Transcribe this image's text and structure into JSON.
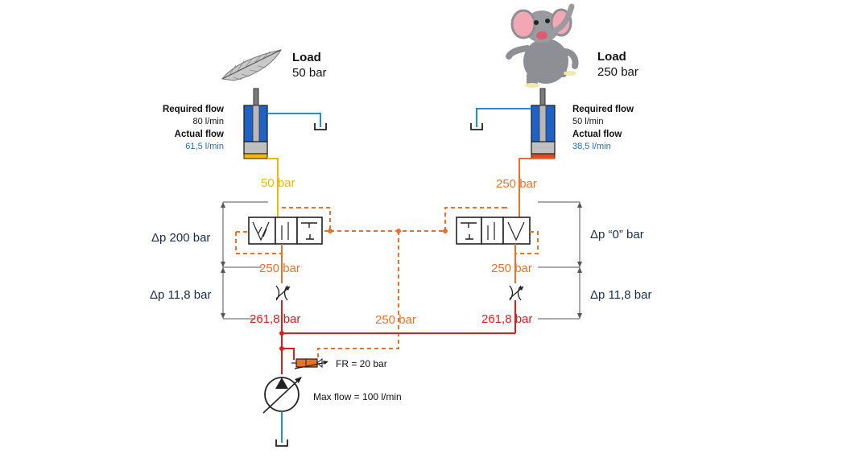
{
  "left_load": {
    "title": "Load",
    "pressure": "50 bar",
    "required_flow_label": "Required flow",
    "required_flow_value": "80 l/min",
    "actual_flow_label": "Actual flow",
    "actual_flow_value": "61,5 l/min"
  },
  "right_load": {
    "title": "Load",
    "pressure": "250 bar",
    "required_flow_label": "Required flow",
    "required_flow_value": "50 l/min",
    "actual_flow_label": "Actual flow",
    "actual_flow_value": "38,5 l/min"
  },
  "pressures": {
    "left_cylinder_line": "50 bar",
    "right_cylinder_line": "250 bar",
    "left_after_valve": "250 bar",
    "right_after_valve": "250 bar",
    "left_supply": "261,8 bar",
    "right_supply": "261,8 bar",
    "load_sense_line": "250 bar"
  },
  "deltas": {
    "left_valve": "Δp 200 bar",
    "right_valve": "Δp “0” bar",
    "left_orifice": "Δp 11,8 bar",
    "right_orifice": "Δp 11,8 bar"
  },
  "pump": {
    "regulator_label": "FR = 20 bar",
    "max_flow_label": "Max flow = 100 l/min"
  },
  "icons": [
    "feather-icon",
    "elephant-icon",
    "tank-icon",
    "pump-icon",
    "orifice-icon",
    "valve-icon",
    "cylinder-icon"
  ],
  "colors": {
    "blue_line": "#1f8fd6",
    "yellow_line": "#f5b800",
    "orange_line": "#e8722b",
    "red_line": "#e21b1b",
    "cylinder_blue": "#1e62c7",
    "label_blue": "#1f6fb0",
    "navy_text": "#1a2e4a"
  }
}
